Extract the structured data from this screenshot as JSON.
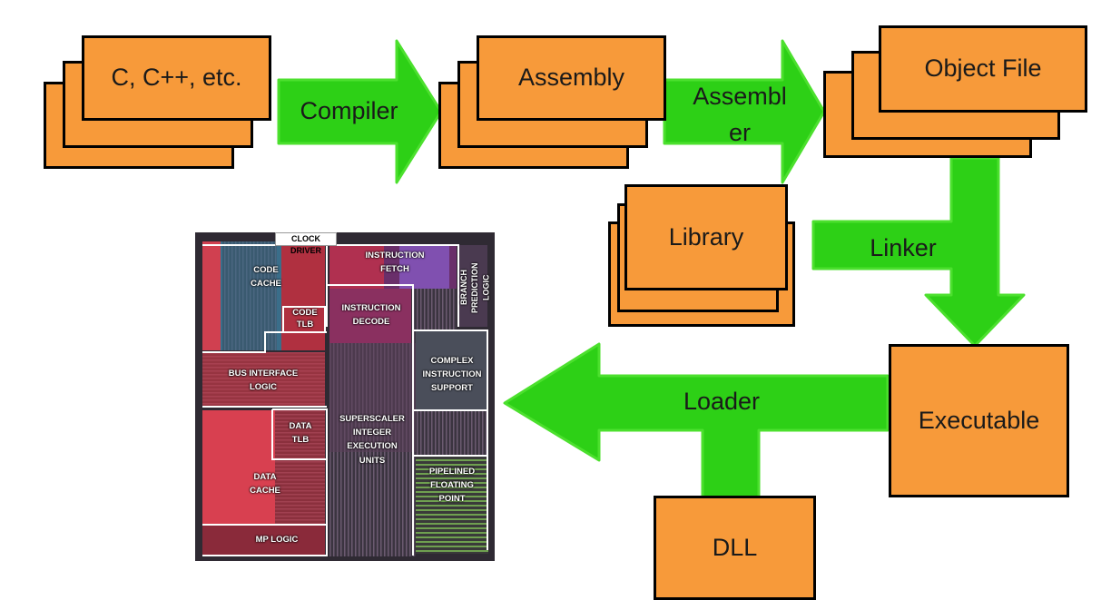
{
  "colors": {
    "box_fill": "#F79A3A",
    "arrow_fill": "#2DD016",
    "arrow_stroke": "#4CE02E"
  },
  "boxes": {
    "source": "C, C++, etc.",
    "assembly": "Assembly",
    "object_file": "Object File",
    "library": "Library",
    "executable": "Executable",
    "dll": "DLL"
  },
  "arrows": {
    "compiler": "Compiler",
    "assembler_line1": "Assembl",
    "assembler_line2": "er",
    "linker": "Linker",
    "loader": "Loader"
  },
  "die": {
    "clock_driver": "CLOCK DRIVER",
    "code_cache": [
      "CODE",
      "CACHE"
    ],
    "code_tlb": [
      "CODE",
      "TLB"
    ],
    "instruction_fetch": [
      "INSTRUCTION",
      "FETCH"
    ],
    "branch_prediction": [
      "BRANCH",
      "PREDICTION",
      "LOGIC"
    ],
    "instruction_decode": [
      "INSTRUCTION",
      "DECODE"
    ],
    "bus_interface": [
      "BUS INTERFACE",
      "LOGIC"
    ],
    "complex_instruction": [
      "COMPLEX",
      "INSTRUCTION",
      "SUPPORT"
    ],
    "data_tlb": [
      "DATA",
      "TLB"
    ],
    "superscaler": [
      "SUPERSCALER",
      "INTEGER",
      "EXECUTION",
      "UNITS"
    ],
    "data_cache": [
      "DATA",
      "CACHE"
    ],
    "pipelined_fp": [
      "PIPELINED",
      "FLOATING",
      "POINT"
    ],
    "mp_logic": "MP LOGIC"
  }
}
